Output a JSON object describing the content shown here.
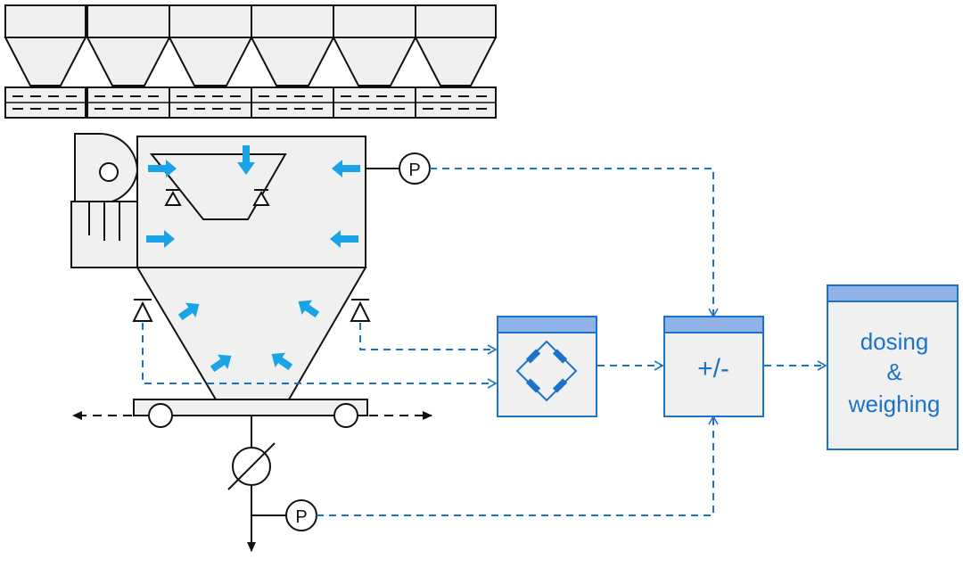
{
  "colors": {
    "line": "#111111",
    "fill": "#f0f0f0",
    "accent": "#1a73c9",
    "arrow": "#1aa3e6",
    "header": "#8fb3e6"
  },
  "labels": {
    "pressure_top": "P",
    "pressure_bottom": "P",
    "comparator": "+/-",
    "output_line1": "dosing",
    "output_line2": "&",
    "output_line3": "weighing"
  },
  "icons": {
    "pressure_sensor": "pressure-sensor-icon",
    "valve": "valve-icon",
    "load_cell": "load-cell-icon",
    "wheatstone_bridge": "wheatstone-bridge-icon",
    "blower": "blower-icon"
  }
}
